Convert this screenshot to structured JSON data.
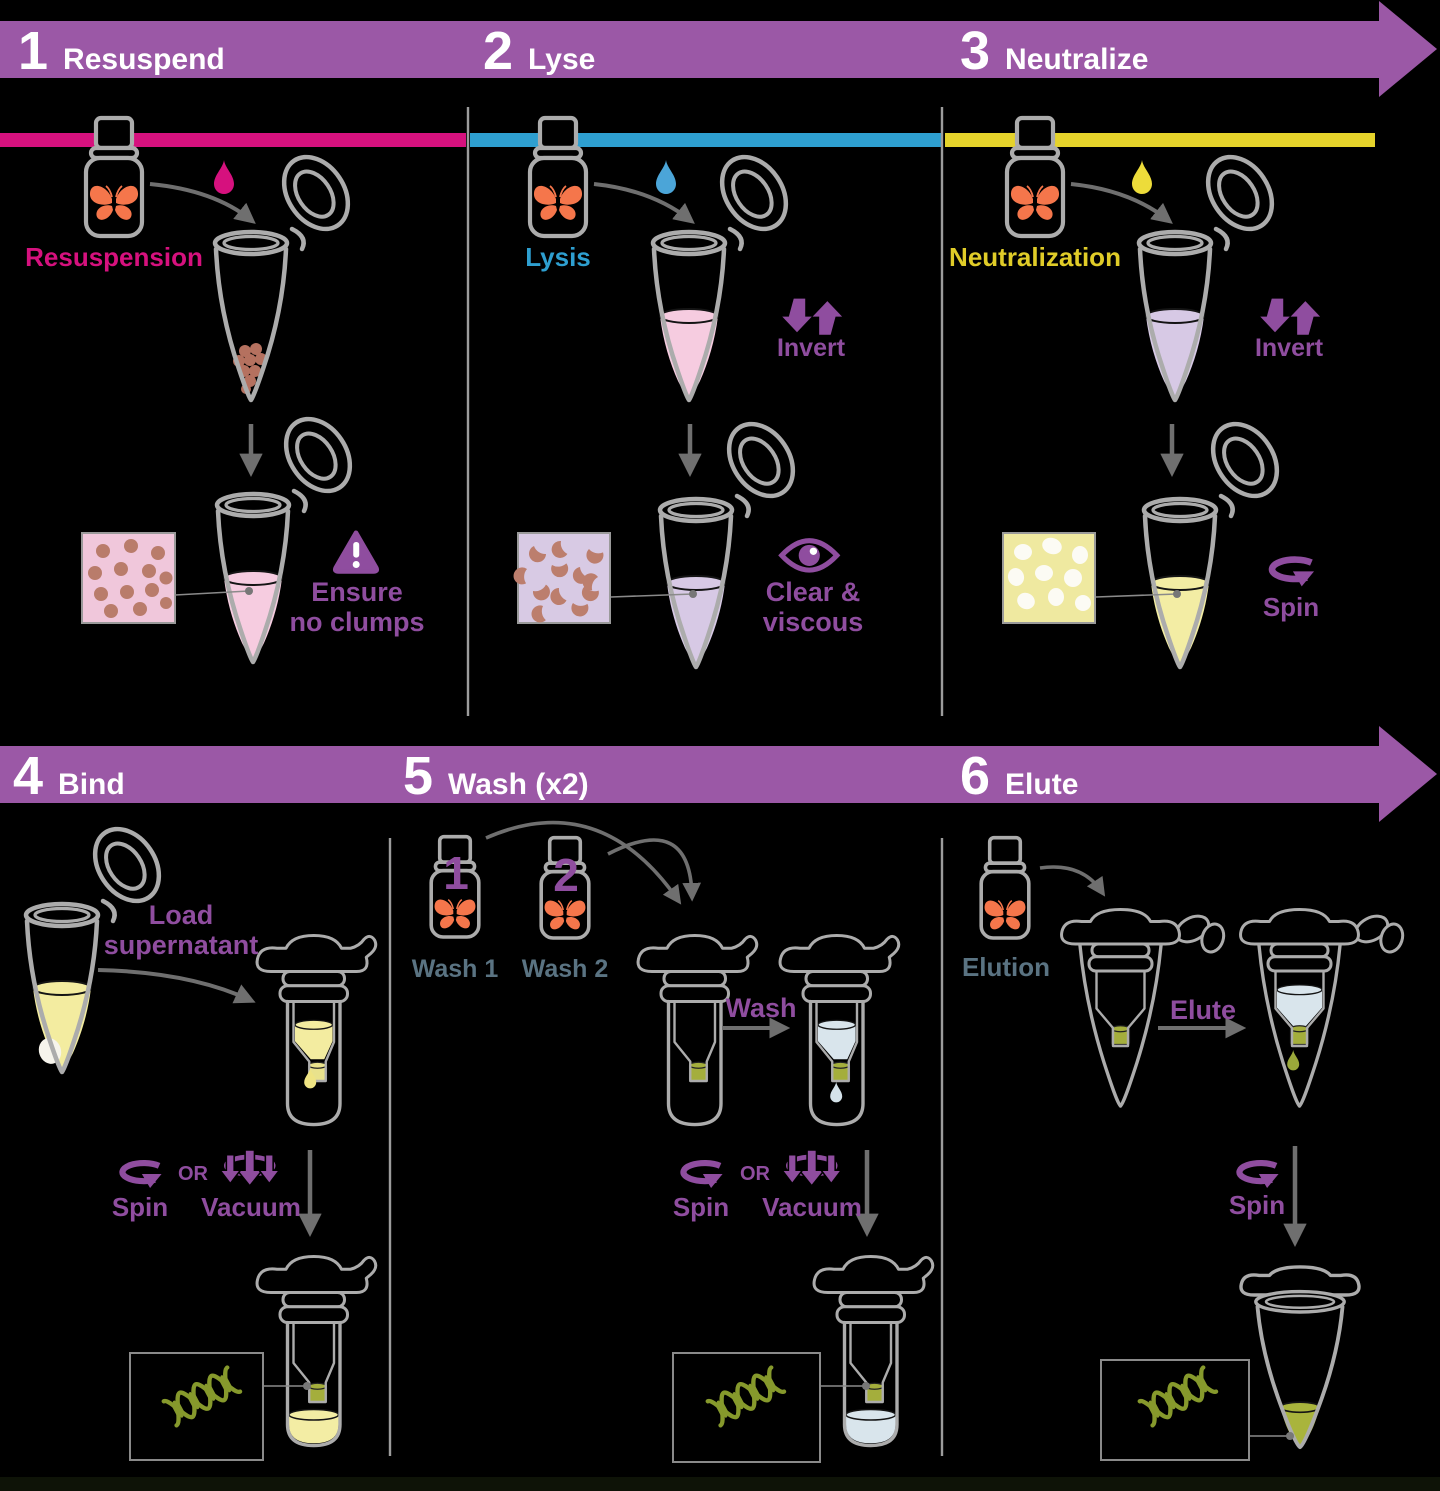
{
  "banner_row1": [
    {
      "num": "1",
      "label": "Resuspend"
    },
    {
      "num": "2",
      "label": "Lyse"
    },
    {
      "num": "3",
      "label": "Neutralize"
    }
  ],
  "banner_row2": [
    {
      "num": "4",
      "label": "Bind"
    },
    {
      "num": "5",
      "label": "Wash (x2)"
    },
    {
      "num": "6",
      "label": "Elute"
    }
  ],
  "step1": {
    "reagent": "Resuspension",
    "note1": "Ensure",
    "note2": "no clumps"
  },
  "step2": {
    "reagent": "Lysis",
    "action": "Invert",
    "note1": "Clear &",
    "note2": "viscous"
  },
  "step3": {
    "reagent": "Neutralization",
    "action": "Invert",
    "action2": "Spin"
  },
  "step4": {
    "note1": "Load",
    "note2": "supernatant",
    "spin": "Spin",
    "or": "OR",
    "vacuum": "Vacuum"
  },
  "step5": {
    "vial1": "1",
    "vial2": "2",
    "wash1": "Wash 1",
    "wash2": "Wash 2",
    "action": "Wash",
    "spin": "Spin",
    "or": "OR",
    "vacuum": "Vacuum"
  },
  "step6": {
    "reagent": "Elution",
    "action": "Elute",
    "spin": "Spin"
  },
  "icons": {
    "droplet": "droplet-icon",
    "invert": "invert-icon",
    "warning": "warning-icon",
    "eye": "eye-icon",
    "spin": "spin-icon",
    "vacuum": "vacuum-icon",
    "dna": "dna-icon",
    "butterfly": "butterfly-logo"
  },
  "colors": {
    "banner_purple": "#9B58A6",
    "magenta": "#D6117E",
    "blue": "#2E9FD0",
    "yellow": "#E5D32B",
    "action_purple": "#8F4D9F",
    "slate_label": "#5A7382",
    "olive": "#A4AE3C",
    "dna_olive": "#86992C",
    "butterfly_orange": "#F5764B"
  }
}
